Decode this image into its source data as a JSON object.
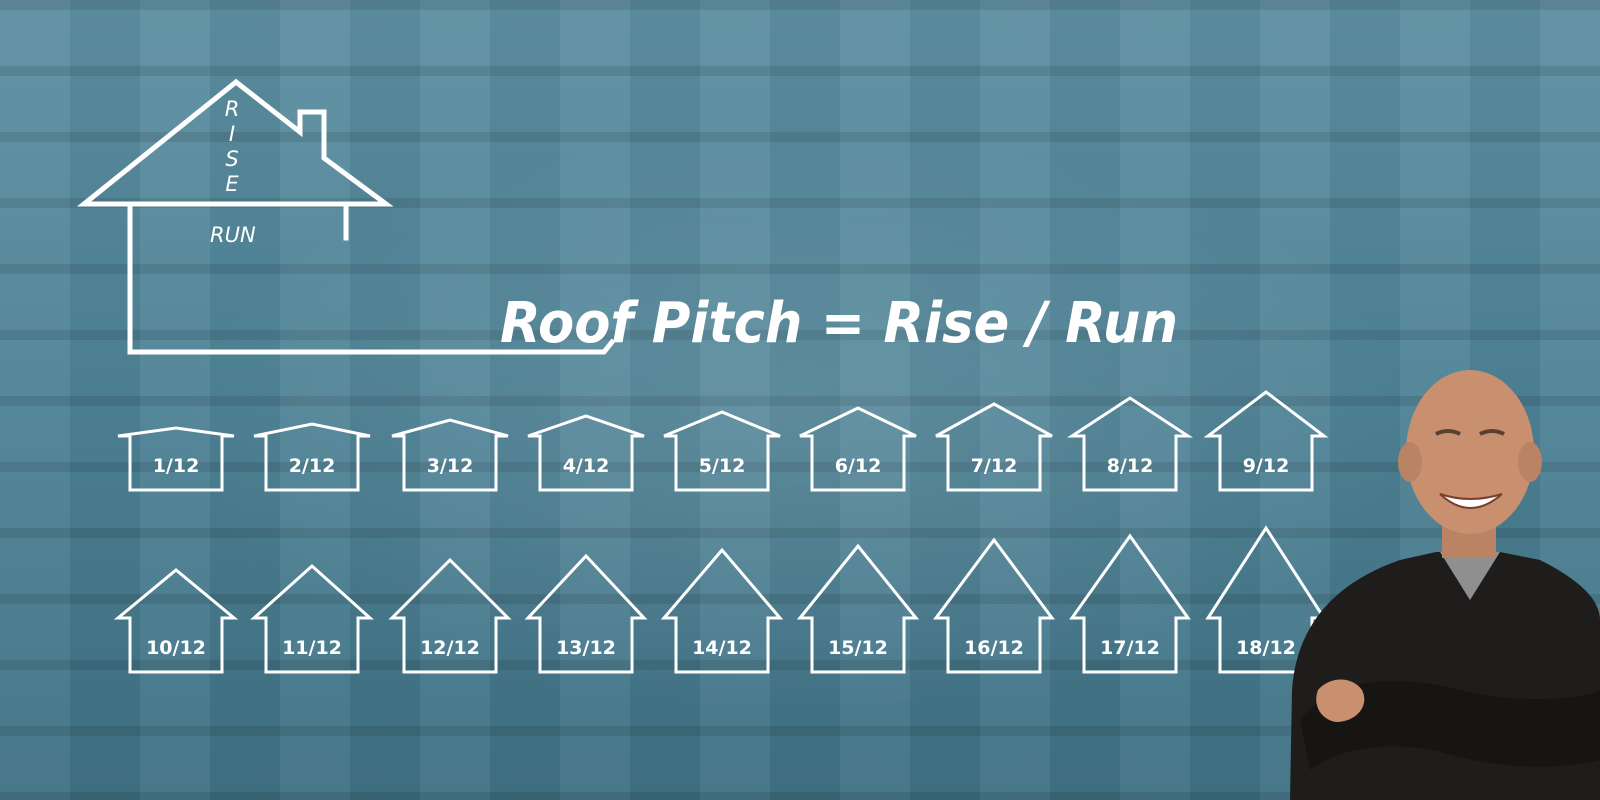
{
  "title": "Roof Pitch = Rise / Run",
  "hero_house": {
    "rise_letters": [
      "R",
      "I",
      "S",
      "E"
    ],
    "run_label": "RUN"
  },
  "pitch_rows": [
    [
      "1/12",
      "2/12",
      "3/12",
      "4/12",
      "5/12",
      "6/12",
      "7/12",
      "8/12",
      "9/12"
    ],
    [
      "10/12",
      "11/12",
      "12/12",
      "13/12",
      "14/12",
      "15/12",
      "16/12",
      "17/12",
      "18/12"
    ]
  ],
  "person_photo": {
    "depicts": "smiling bald man in black sweater with arms crossed"
  },
  "colors": {
    "background": "#4f8497",
    "lines": "#ffffff",
    "sweater": "#1f1d1c",
    "skin": "#c8906f"
  }
}
